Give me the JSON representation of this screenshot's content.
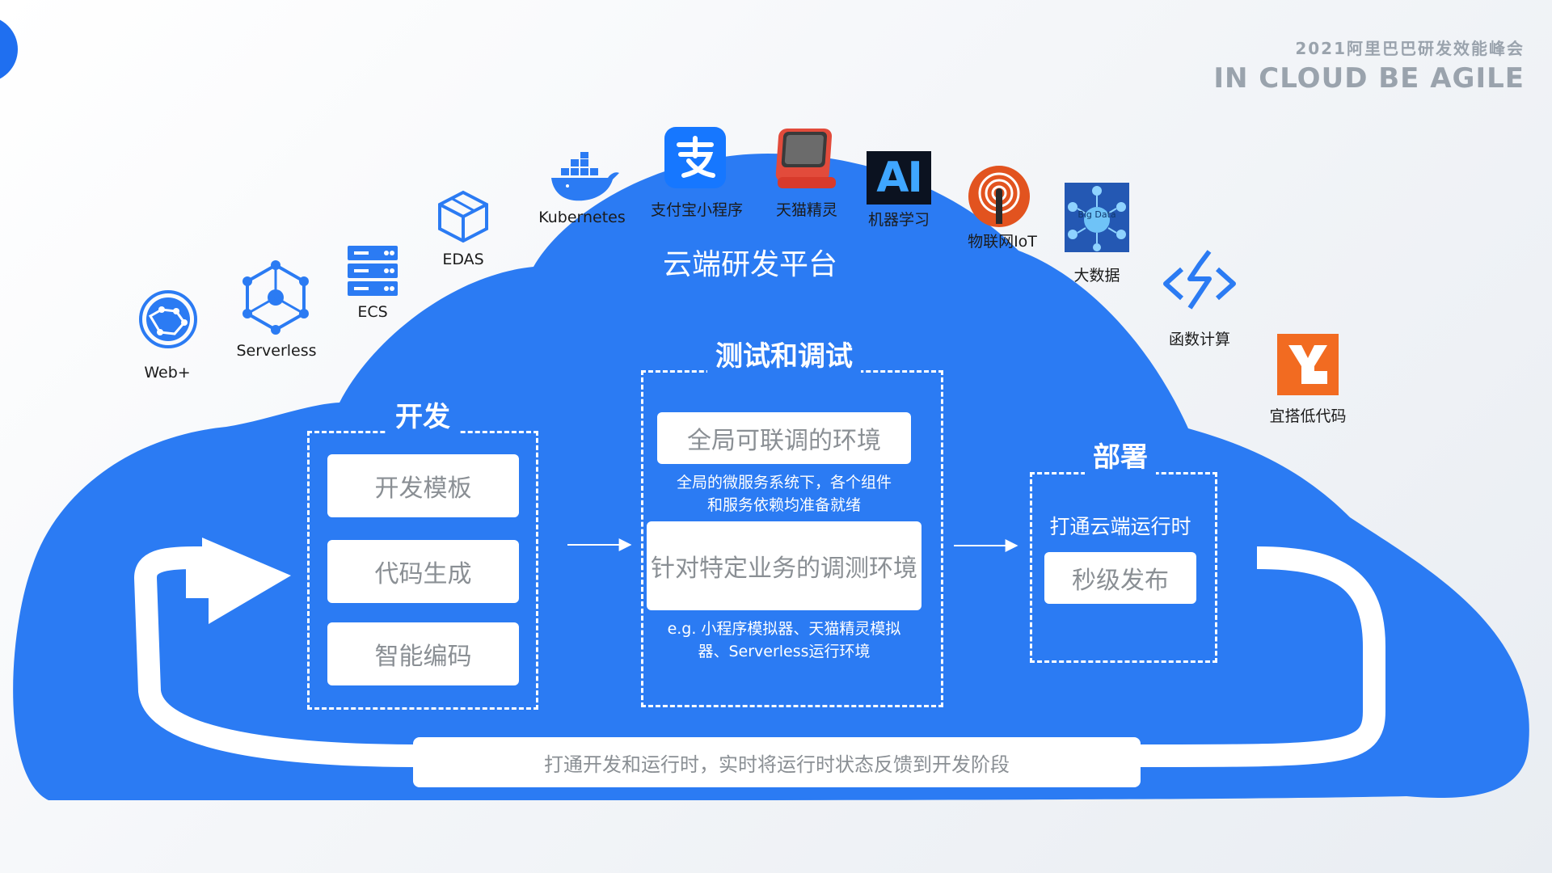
{
  "brand": {
    "line1": "2021阿里巴巴研发效能峰会",
    "line2": "IN CLOUD BE AGILE"
  },
  "platform_title": "云端研发平台",
  "icons": [
    {
      "name": "web-plus-icon",
      "label": "Web+"
    },
    {
      "name": "serverless-icon",
      "label": "Serverless"
    },
    {
      "name": "ecs-icon",
      "label": "ECS"
    },
    {
      "name": "edas-icon",
      "label": "EDAS"
    },
    {
      "name": "kubernetes-icon",
      "label": "Kubernetes"
    },
    {
      "name": "alipay-icon",
      "label": "支付宝小程序"
    },
    {
      "name": "tmall-genie-icon",
      "label": "天猫精灵"
    },
    {
      "name": "ai-icon",
      "label": "机器学习",
      "glyph": "AI"
    },
    {
      "name": "iot-icon",
      "label": "物联网IoT"
    },
    {
      "name": "bigdata-icon",
      "label": "大数据",
      "glyph": "Big Data"
    },
    {
      "name": "function-compute-icon",
      "label": "函数计算"
    },
    {
      "name": "yida-icon",
      "label": "宜搭低代码"
    }
  ],
  "develop": {
    "title": "开发",
    "items": [
      "开发模板",
      "代码生成",
      "智能编码"
    ]
  },
  "test": {
    "title": "测试和调试",
    "env1": "全局可联调的环境",
    "env1_note": [
      "全局的微服务系统下，各个组件",
      "和服务依赖均准备就绪"
    ],
    "env2": "针对特定业务的调测环境",
    "env2_note": [
      "e.g. 小程序模拟器、天猫精灵模拟",
      "器、Serverless运行环境"
    ]
  },
  "deploy": {
    "title": "部署",
    "subtitle": "打通云端运行时",
    "item": "秒级发布"
  },
  "feedback": "打通开发和运行时，实时将运行时状态反馈到开发阶段",
  "colors": {
    "cloud": "#2b7bf3",
    "accent": "#1f6ff0"
  }
}
